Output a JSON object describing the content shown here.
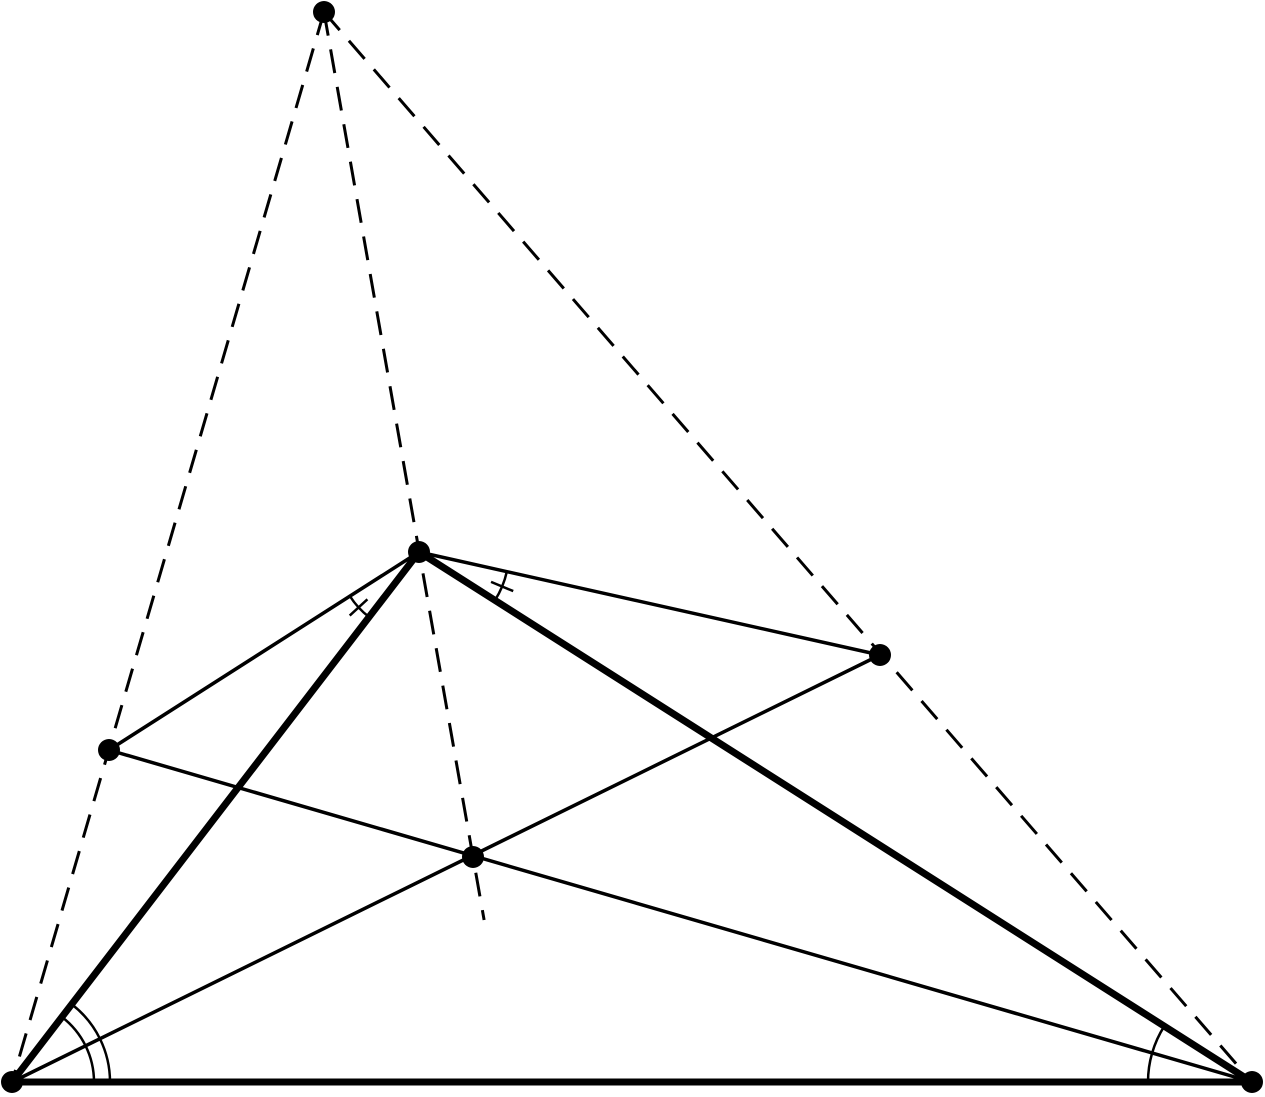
{
  "figure": {
    "kind": "geometric construction",
    "background_color": "#ffffff",
    "stroke_color": "#000000",
    "points": [
      {
        "id": "A"
      },
      {
        "id": "B"
      },
      {
        "id": "C"
      },
      {
        "id": "apex"
      },
      {
        "id": "left-foot"
      },
      {
        "id": "right-foot"
      },
      {
        "id": "intersection"
      }
    ],
    "thick_segments": [
      [
        "A",
        "B"
      ],
      [
        "A",
        "C"
      ],
      [
        "C",
        "B"
      ]
    ],
    "thin_segments": [
      [
        "C",
        "left-foot"
      ],
      [
        "C",
        "right-foot"
      ],
      [
        "left-foot",
        "B"
      ],
      [
        "A",
        "right-foot"
      ]
    ],
    "dashed_segments": [
      [
        "apex",
        "A"
      ],
      [
        "apex",
        "B"
      ],
      [
        "apex",
        "C"
      ]
    ],
    "angle_marks": [
      {
        "vertex": "A",
        "arcs": 2
      },
      {
        "vertex": "A",
        "arcs": 2
      },
      {
        "vertex": "B",
        "arcs": 1
      },
      {
        "vertex": "B",
        "arcs": 1
      }
    ],
    "tick_marks": [
      {
        "vertex": "C",
        "arcs": 1,
        "ticks": 1
      },
      {
        "vertex": "C",
        "arcs": 1,
        "ticks": 1
      }
    ]
  }
}
